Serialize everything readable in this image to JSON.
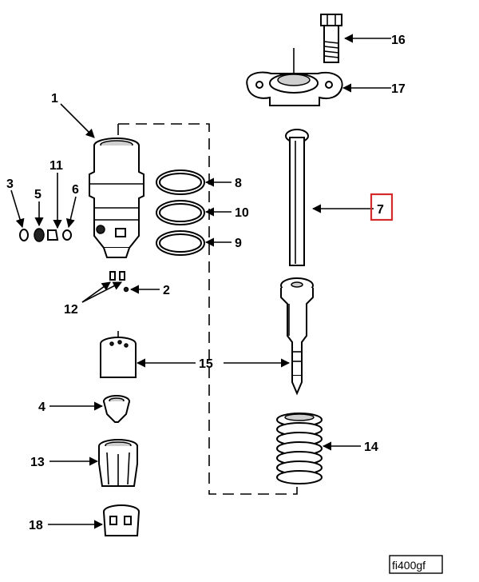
{
  "diagram": {
    "highlight_color": "#d42a2a",
    "figure_ref": "fi400gf",
    "callouts": [
      {
        "id": "1",
        "label": "1"
      },
      {
        "id": "2",
        "label": "2"
      },
      {
        "id": "3",
        "label": "3"
      },
      {
        "id": "4",
        "label": "4"
      },
      {
        "id": "5",
        "label": "5"
      },
      {
        "id": "6",
        "label": "6"
      },
      {
        "id": "7",
        "label": "7",
        "highlighted": true
      },
      {
        "id": "8",
        "label": "8"
      },
      {
        "id": "9",
        "label": "9"
      },
      {
        "id": "10",
        "label": "10"
      },
      {
        "id": "11",
        "label": "11"
      },
      {
        "id": "12",
        "label": "12"
      },
      {
        "id": "13",
        "label": "13"
      },
      {
        "id": "14",
        "label": "14"
      },
      {
        "id": "15",
        "label": "15"
      },
      {
        "id": "16",
        "label": "16"
      },
      {
        "id": "17",
        "label": "17"
      },
      {
        "id": "18",
        "label": "18"
      }
    ]
  }
}
